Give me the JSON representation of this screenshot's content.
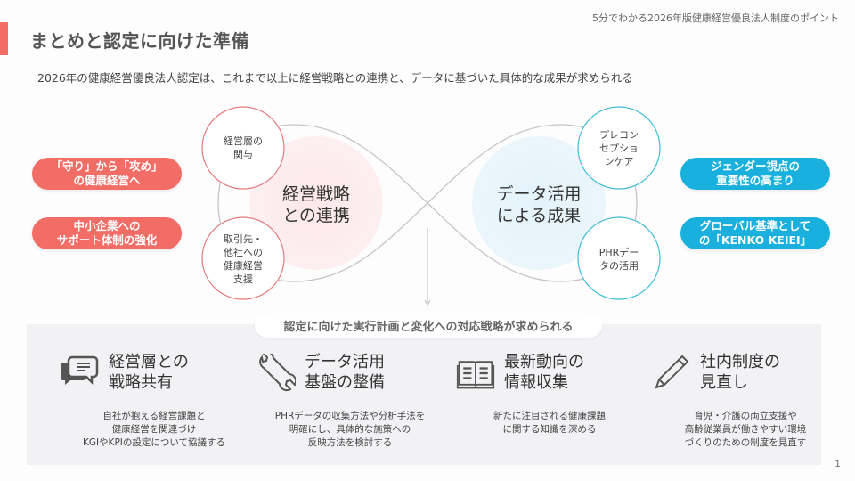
{
  "header": {
    "note": "5分でわかる2026年版健康経営優良法人制度のポイント",
    "title": "まとめと認定に向けた準備",
    "subtitle": "2026年の健康経営優良法人認定は、これまで以上に経営戦略との連携と、データに基づいた具体的な成果が求められる"
  },
  "colors": {
    "accent_red": "#f26d66",
    "accent_blue": "#1ab0de",
    "panel_bg": "#f2f1f4"
  },
  "left_pills": [
    {
      "line1": "「守り」から「攻め」",
      "line2": "の健康経営へ"
    },
    {
      "line1": "中小企業への",
      "line2": "サポート体制の強化"
    }
  ],
  "right_pills": [
    {
      "line1": "ジェンダー視点の",
      "line2": "重要性の高まり"
    },
    {
      "line1": "グローバル基準として",
      "line2": "の「KENKO KEIEI」"
    }
  ],
  "diagram": {
    "left_main": {
      "line1": "経営戦略",
      "line2": "との連携"
    },
    "right_main": {
      "line1": "データ活用",
      "line2": "による成果"
    },
    "left_top": {
      "line1": "経営層の",
      "line2": "関与"
    },
    "left_bottom": {
      "line1": "取引先・",
      "line2": "他社への",
      "line3": "健康経営",
      "line4": "支援"
    },
    "right_top": {
      "line1": "プレコン",
      "line2": "セプショ",
      "line3": "ンケア"
    },
    "right_bottom": {
      "line1": "PHRデー",
      "line2": "タの活用"
    }
  },
  "banner": "認定に向けた実行計画と変化への対応戦略が求められる",
  "cards": [
    {
      "icon": "speech-bubbles-icon",
      "head1": "経営層との",
      "head2": "戦略共有",
      "desc1": "自社が抱える経営課題と",
      "desc2": "健康経営を関連づけ",
      "desc3": "KGIやKPIの設定について協議する"
    },
    {
      "icon": "wrench-icon",
      "head1": "データ活用",
      "head2": "基盤の整備",
      "desc1": "PHRデータの収集方法や分析手法を",
      "desc2": "明確にし、具体的な施策への",
      "desc3": "反映方法を検討する"
    },
    {
      "icon": "open-book-icon",
      "head1": "最新動向の",
      "head2": "情報収集",
      "desc1": "新たに注目される健康課題",
      "desc2": "に関する知識を深める",
      "desc3": ""
    },
    {
      "icon": "pencil-icon",
      "head1": "社内制度の",
      "head2": "見直し",
      "desc1": "育児・介護の両立支援や",
      "desc2": "高齢従業員が働きやすい環境",
      "desc3": "づくりのための制度を見直す"
    }
  ],
  "page_number": "1"
}
